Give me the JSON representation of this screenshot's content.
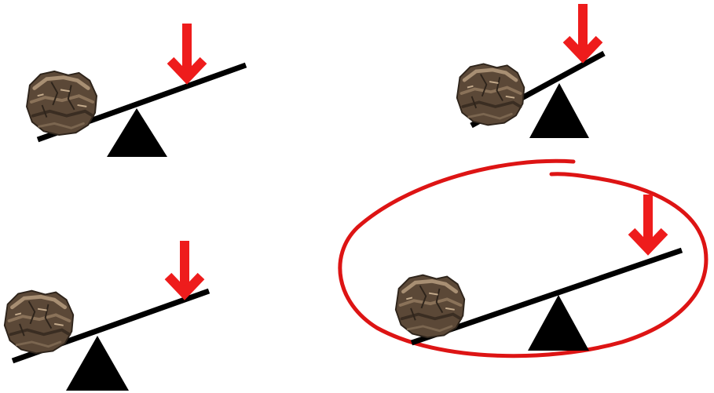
{
  "panels": [
    {
      "id": "top-left",
      "selected": false
    },
    {
      "id": "top-right",
      "selected": false
    },
    {
      "id": "bottom-left",
      "selected": false
    },
    {
      "id": "bottom-right",
      "selected": true
    }
  ],
  "colors": {
    "background": "#ffffff",
    "beam": "#000000",
    "fulcrum": "#000000",
    "arrow": "#ee1c1c",
    "selection_circle": "#dd1414",
    "rock_dark": "#3c2f24",
    "rock_mid": "#6f5a45",
    "rock_light": "#a88f73"
  },
  "icons": {
    "fulcrum": "triangle-fulcrum-icon",
    "rock": "rock-icon",
    "force": "down-arrow-icon",
    "selection": "hand-drawn-circle"
  }
}
